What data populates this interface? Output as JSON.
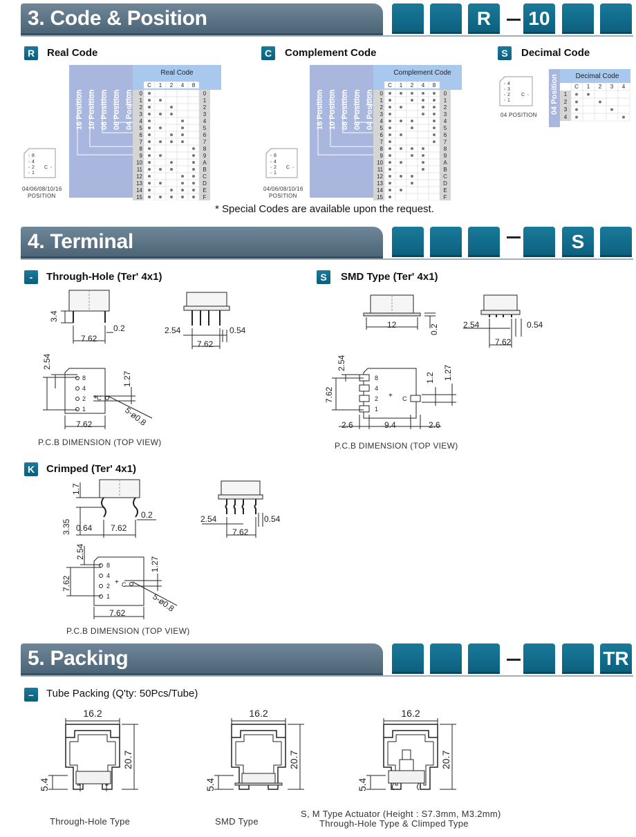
{
  "sections": {
    "code": {
      "title": "3. Code & Position",
      "boxes": [
        "",
        "",
        "R",
        "10",
        "",
        ""
      ]
    },
    "terminal": {
      "title": "4. Terminal",
      "boxes": [
        "",
        "",
        "",
        "",
        "S",
        ""
      ]
    },
    "packing": {
      "title": "5. Packing",
      "boxes": [
        "",
        "",
        "",
        "",
        "",
        "TR"
      ]
    }
  },
  "codes": {
    "real": {
      "badge": "R",
      "label": "Real Code",
      "table_title": "Real Code"
    },
    "complement": {
      "badge": "C",
      "label": "Complement Code",
      "table_title": "Complement Code"
    },
    "decimal": {
      "badge": "S",
      "label": "Decimal Code",
      "table_title": "Decimal Code"
    },
    "position_labels": [
      "16 Position",
      "10 Position",
      "08 Position",
      "06 Position",
      "04 Position"
    ],
    "decimal_position_label": "04 Position",
    "columns": [
      "C",
      "1",
      "2",
      "4",
      "8"
    ],
    "decimal_columns": [
      "C",
      "1",
      "2",
      "3",
      "4"
    ],
    "rows_left": [
      "0",
      "1",
      "2",
      "3",
      "4",
      "5",
      "6",
      "7",
      "8",
      "9",
      "10",
      "11",
      "12",
      "13",
      "14",
      "15"
    ],
    "rows_right": [
      "0",
      "1",
      "2",
      "3",
      "4",
      "5",
      "6",
      "7",
      "8",
      "9",
      "A",
      "B",
      "C",
      "D",
      "E",
      "F"
    ],
    "decimal_rows": [
      "1",
      "2",
      "3",
      "4"
    ],
    "pin_labels": [
      "8",
      "4",
      "2",
      "1",
      "C"
    ],
    "decimal_pin_labels": [
      "4",
      "3",
      "2",
      "1",
      "C"
    ],
    "multi_position_caption": [
      "04/06/08/10/16",
      "POSITION"
    ],
    "decimal_position_caption": "04 POSITION",
    "note": "* Special Codes are available upon the request."
  },
  "terminal": {
    "through_hole": {
      "badge": "-",
      "label": "Through-Hole (Ter' 4x1)"
    },
    "smd": {
      "badge": "S",
      "label": "SMD Type (Ter' 4x1)"
    },
    "crimped": {
      "badge": "K",
      "label": "Crimped (Ter' 4x1)"
    },
    "pcb_caption": "P.C.B DIMENSION (TOP VIEW)",
    "dims": {
      "d34": "3.4",
      "d02": "0.2",
      "d762": "7.62",
      "d254": "2.54",
      "d054": "0.54",
      "d127": "1.27",
      "d508": "5-ø0.8",
      "d12": "12",
      "d12b": "1.2",
      "d26": "2.6",
      "d94": "9.4",
      "d17": "1.7",
      "d335": "3.35",
      "d064": "0.64"
    }
  },
  "packing": {
    "label": "Tube Packing (Q'ty: 50Pcs/Tube)",
    "dims": {
      "w": "16.2",
      "h": "20.7",
      "s": "5.4"
    },
    "captions": [
      "Through-Hole Type",
      "SMD Type",
      "S, M Type Actuator (Height : S7.3mm, M3.2mm)",
      "Through-Hole Type & Climped Type"
    ]
  }
}
